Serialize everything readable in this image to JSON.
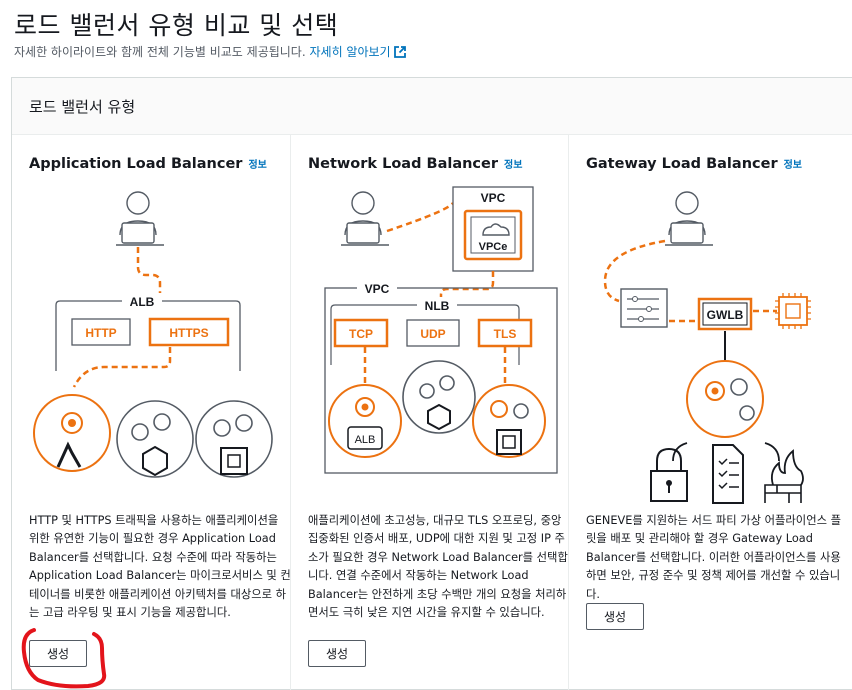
{
  "page": {
    "title": "로드 밸런서 유형 비교 및 선택",
    "subtitle": "자세한 하이라이트와 함께 전체 기능별 비교도 제공됩니다.",
    "learn_more": "자세히 알아보기"
  },
  "panel": {
    "title": "로드 밸런서 유형"
  },
  "cards": [
    {
      "title": "Application Load Balancer",
      "info": "정보",
      "description": "HTTP 및 HTTPS 트래픽을 사용하는 애플리케이션을 위한 유연한 기능이 필요한 경우 Application Load Balancer를 선택합니다. 요청 수준에 따라 작동하는 Application Load Balancer는 마이크로서비스 및 컨테이너를 비롯한 애플리케이션 아키텍처를 대상으로 하는 고급 라우팅 및 표시 기능을 제공합니다.",
      "button": "생성",
      "diagram": {
        "group": "ALB",
        "protocols": [
          "HTTP",
          "HTTPS"
        ]
      }
    },
    {
      "title": "Network Load Balancer",
      "info": "정보",
      "description": "애플리케이션에 초고성능, 대규모 TLS 오프로딩, 중앙 집중화된 인증서 배포, UDP에 대한 지원 및 고정 IP 주소가 필요한 경우 Network Load Balancer를 선택합니다. 연결 수준에서 작동하는 Network Load Balancer는 안전하게 초당 수백만 개의 요청을 처리하면서도 극히 낮은 지연 시간을 유지할 수 있습니다.",
      "button": "생성",
      "diagram": {
        "vpc_top": "VPC",
        "endpoint": "VPCe",
        "vpc": "VPC",
        "group": "NLB",
        "protocols": [
          "TCP",
          "UDP",
          "TLS"
        ],
        "target": "ALB"
      }
    },
    {
      "title": "Gateway Load Balancer",
      "info": "정보",
      "description": "GENEVE를 지원하는 서드 파티 가상 어플라이언스 플릿을 배포 및 관리해야 할 경우 Gateway Load Balancer를 선택합니다. 이러한 어플라이언스를 사용하면 보안, 규정 준수 및 정책 제어를 개선할 수 있습니다.",
      "button": "생성",
      "diagram": {
        "group": "GWLB"
      }
    }
  ],
  "colors": {
    "accent": "#ec7211",
    "link": "#0073bb",
    "annotation": "#e3141b"
  }
}
